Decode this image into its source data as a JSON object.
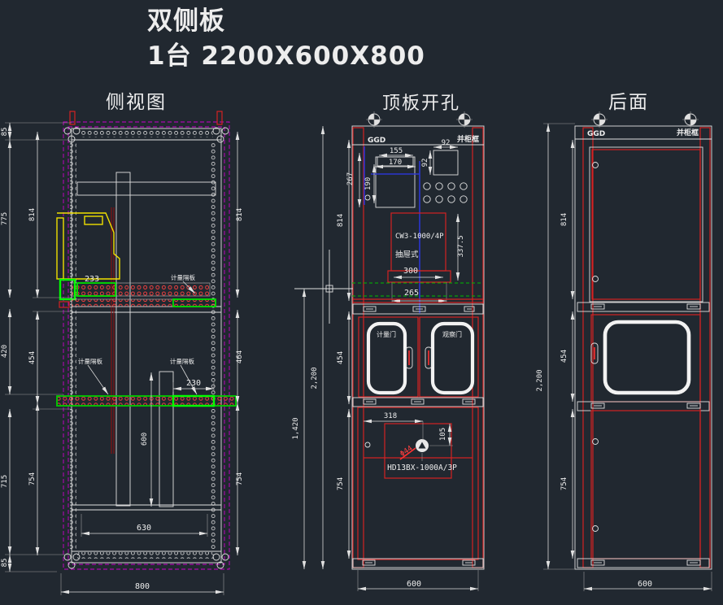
{
  "title": {
    "line1": "双侧板",
    "line2": "1台 2200X600X800"
  },
  "side": {
    "label": "侧视图",
    "partition_note": "计量隔板",
    "dims": {
      "t85": "85",
      "l775": "775",
      "l814": "814",
      "l420": "420",
      "l454": "454",
      "l715": "715",
      "l754": "754",
      "b85": "85",
      "r814": "814",
      "r464": "464",
      "r754": "754",
      "n233": "233",
      "n230": "230",
      "v600": "600",
      "b630": "630",
      "b800": "800"
    }
  },
  "top": {
    "label": "顶板开孔",
    "corner_left": "GGD",
    "corner_right": "并柜框",
    "breaker": {
      "line1": "CW3-1000/4P",
      "line2": "抽屉式"
    },
    "switch_label": "HD13BX-1000A/3P",
    "door_left": "计量门",
    "door_right": "观察门",
    "dims": {
      "d155": "155",
      "d170": "170",
      "d190": "190",
      "d267": "267",
      "sq_w": "92",
      "sq_h": "92",
      "d300": "300",
      "d337": "337.5",
      "d265": "265",
      "l814": "814",
      "l454": "454",
      "l754": "754",
      "total": "2,200",
      "d1420": "1,420",
      "d318": "318",
      "d105": "105",
      "hole": "Φ44",
      "width": "600"
    }
  },
  "rear": {
    "label": "后面",
    "corner_left": "GGD",
    "corner_right": "并柜框",
    "dims": {
      "l814": "814",
      "l454": "454",
      "l754": "754",
      "total": "2,200",
      "width": "600"
    }
  },
  "colors": {
    "background": "#212830",
    "line": "#e0e0e0",
    "magenta": "#cc00cc",
    "red": "#d42222",
    "green": "#00e000",
    "yellow": "#f0e000",
    "blue": "#2a35d0"
  }
}
